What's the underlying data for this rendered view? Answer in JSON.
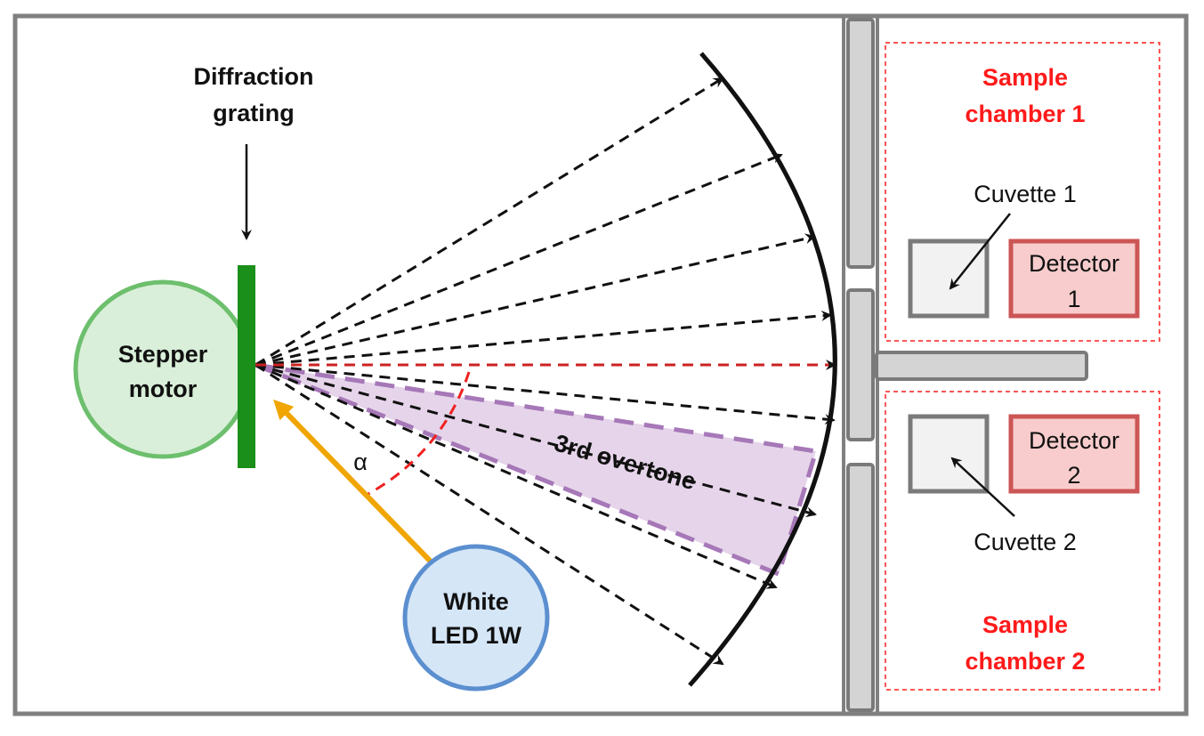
{
  "labels": {
    "diffraction_line1": "Diffraction",
    "diffraction_line2": "grating",
    "stepper_line1": "Stepper",
    "stepper_line2": "motor",
    "led_line1": "White",
    "led_line2": "LED 1W",
    "alpha": "α",
    "overtone": "3rd overtone",
    "sample1_line1": "Sample",
    "sample1_line2": "chamber 1",
    "sample2_line1": "Sample",
    "sample2_line2": "chamber 2",
    "cuvette1": "Cuvette 1",
    "cuvette2": "Cuvette 2",
    "detector1_line1": "Detector",
    "detector1_line2": "1",
    "detector2_line1": "Detector",
    "detector2_line2": "2"
  },
  "colors": {
    "frame": "#808080",
    "grating": "#1a8f1a",
    "stepper_stroke": "#6dbf6d",
    "stepper_fill": "#d9efd9",
    "led_stroke": "#5b8fcf",
    "led_fill": "#d5e6f7",
    "led_beam": "#f0a500",
    "overtone_fill": "#e6d5ea",
    "overtone_stroke": "#a678b8",
    "chamber_dashed": "#ff4444",
    "detector_stroke": "#cc5555",
    "detector_fill": "#f8cccc",
    "cuvette_stroke": "#808080",
    "cuvette_fill": "#f2f2f2",
    "alpha_arc": "#ee2222"
  }
}
